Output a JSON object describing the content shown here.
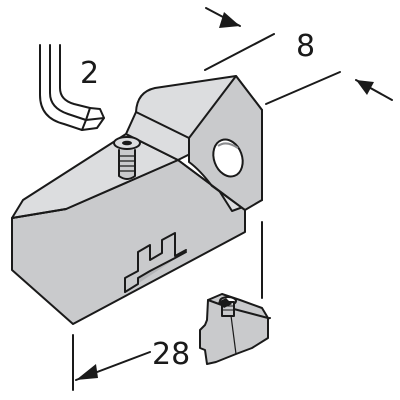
{
  "dimensions": {
    "width_label": "8",
    "length_label": "28",
    "hex_key_label": "2"
  },
  "colors": {
    "body_front": "#c9cacc",
    "body_top": "#dcdddf",
    "body_side": "#b4b5b8",
    "line": "#1a1a1a",
    "background": "#ffffff"
  },
  "icons": {
    "hex_key": "hex-key-icon",
    "screw": "set-screw-icon",
    "nut": "slot-nut-icon"
  }
}
